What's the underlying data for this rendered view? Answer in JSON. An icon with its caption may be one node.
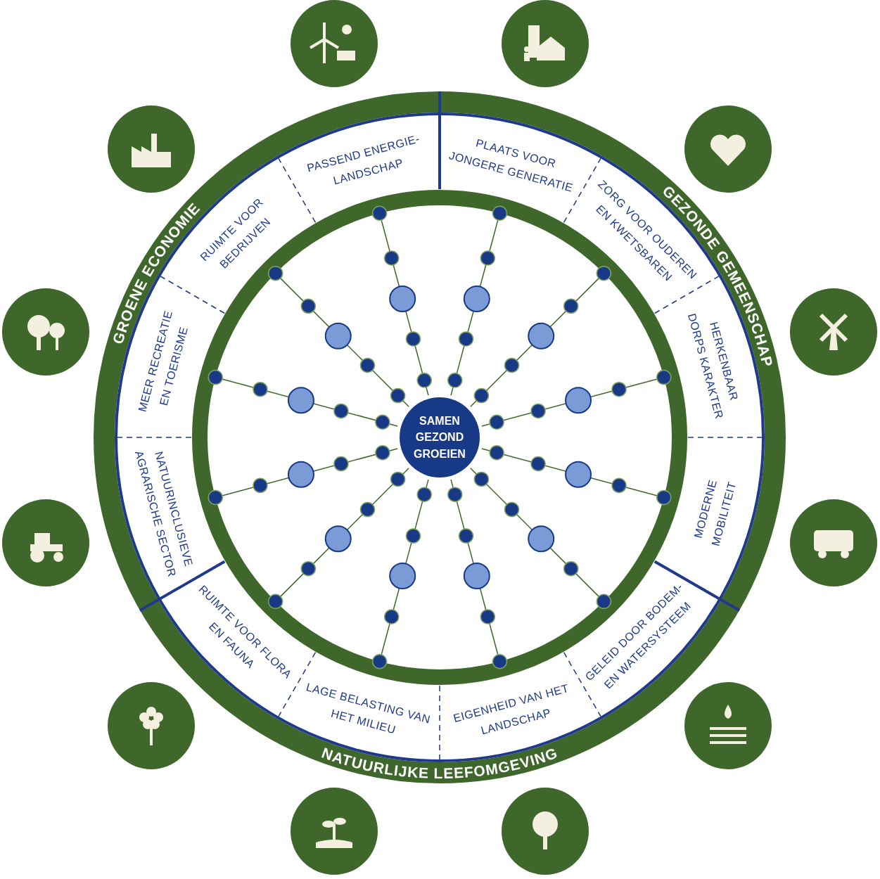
{
  "diagram": {
    "nodes": [
      {
        "text": [
          "SAMEN GEZOND GROEIEN"
        ]
      },
      {
        "text": [
          "GEZONDE GEMEENSCHAP"
        ]
      },
      {
        "text": [
          "NATUURLIJKE LEEFOMGEVING"
        ]
      },
      {
        "text": [
          "GROENE ECONOMIE"
        ]
      },
      {
        "text": [
          "PLAATS VOOR JONGERE GENERATIE"
        ]
      },
      {
        "text": [
          "ZORG VOOR OUDEREN EN KWETSBAREN"
        ]
      },
      {
        "text": [
          "HERKENBAAR DORPS KARAKTER"
        ]
      },
      {
        "text": [
          "MODERNE MOBILITEIT"
        ]
      },
      {
        "text": [
          "GELEID DOOR BODEM- EN WATERSYSTEEM"
        ]
      },
      {
        "text": [
          "EIGENHEID VAN HET LANDSCHAP"
        ]
      },
      {
        "text": [
          "LAGE BELASTING VAN HET MILIEU"
        ]
      },
      {
        "text": [
          "RUIMTE VOOR FLORA EN FAUNA"
        ]
      },
      {
        "text": [
          "NATUURINCLUSIEVE AGRARISCHE SECTOR"
        ]
      },
      {
        "text": [
          "MEER RECREATIE EN TOERISME"
        ]
      },
      {
        "text": [
          "RUIMTE VOOR BEDRIJVEN"
        ]
      },
      {
        "text": [
          "PASSEND ENERGIE- LANDSCHAP"
        ]
      },
      {
        "text": [],
        "shape": "circle"
      },
      {
        "text": [],
        "shape": "circle"
      },
      {
        "text": [],
        "shape": "circle"
      },
      {
        "text": [],
        "shape": "circle"
      },
      {
        "text": [],
        "shape": "circle"
      },
      {
        "text": [],
        "shape": "circle"
      },
      {
        "text": [],
        "shape": "circle"
      },
      {
        "text": [],
        "shape": "circle"
      },
      {
        "text": [],
        "shape": "circle"
      },
      {
        "text": [],
        "shape": "circle"
      },
      {
        "text": [],
        "shape": "circle"
      },
      {
        "text": [],
        "shape": "circle"
      }
    ]
  }
}
